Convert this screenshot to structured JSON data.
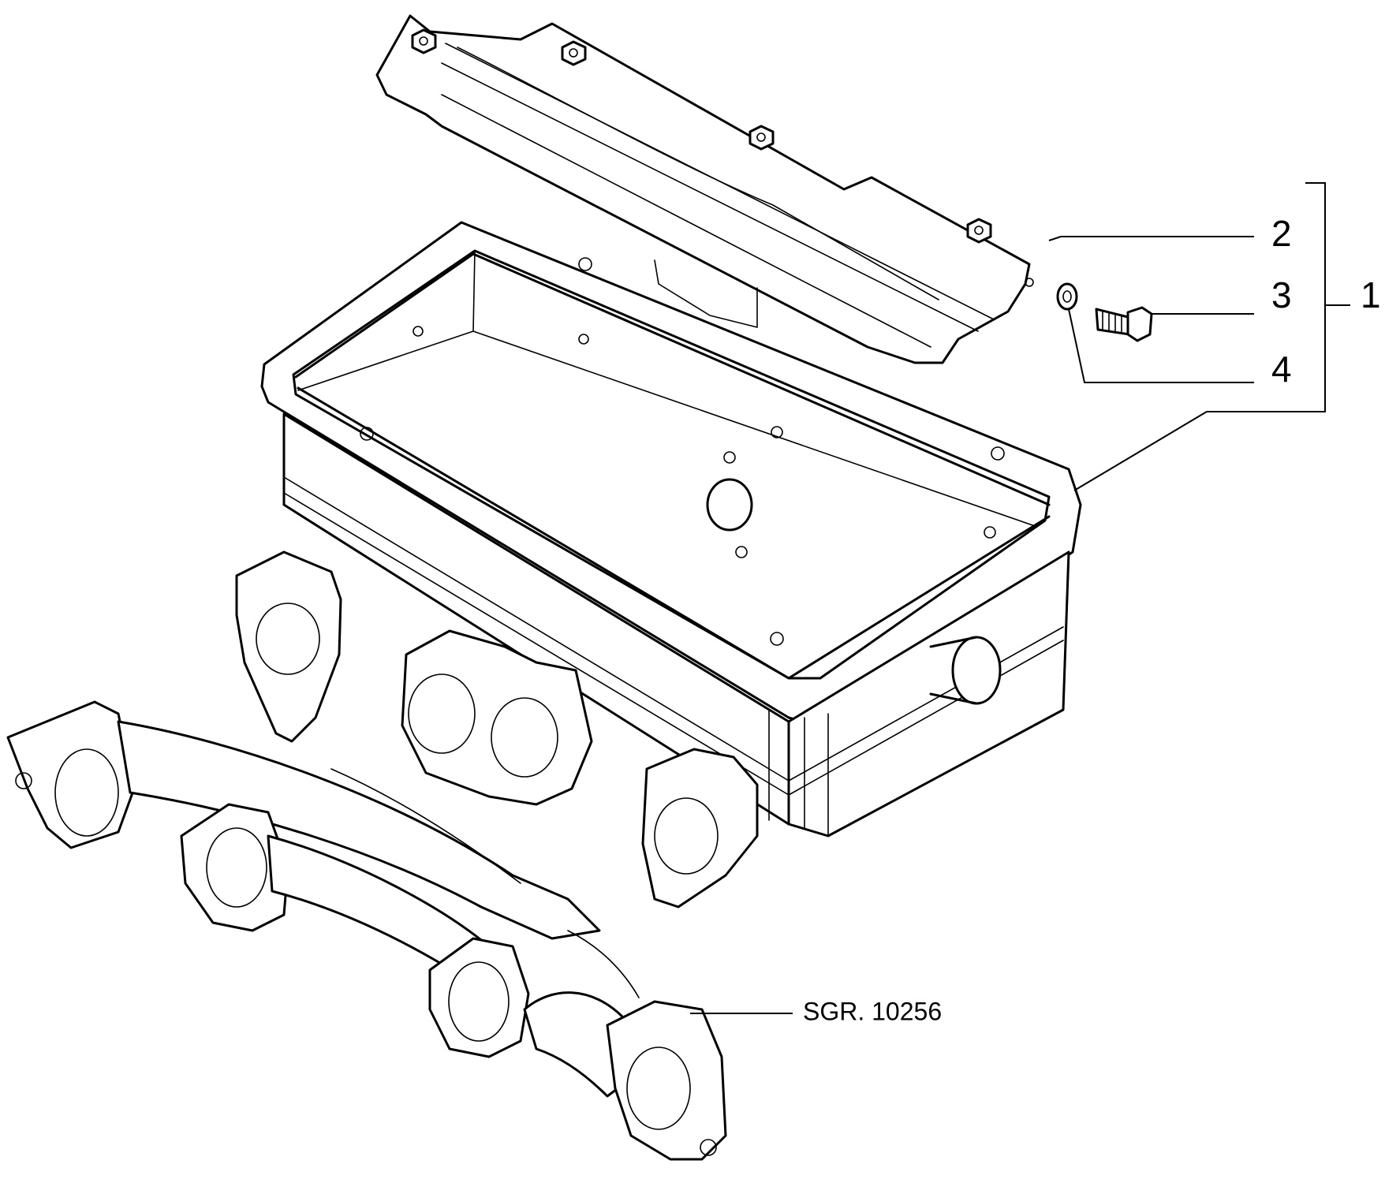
{
  "callouts": [
    {
      "id": "1",
      "label": "1"
    },
    {
      "id": "2",
      "label": "2"
    },
    {
      "id": "3",
      "label": "3"
    },
    {
      "id": "4",
      "label": "4"
    }
  ],
  "reference": {
    "label": "SGR. 10256"
  },
  "parts": [
    {
      "name": "heat-shield-cover",
      "callout": "2"
    },
    {
      "name": "bolt",
      "callout": "3"
    },
    {
      "name": "washer",
      "callout": "4"
    },
    {
      "name": "intake-manifold-box",
      "callout": "1"
    },
    {
      "name": "exhaust-manifold",
      "callout": ""
    }
  ]
}
